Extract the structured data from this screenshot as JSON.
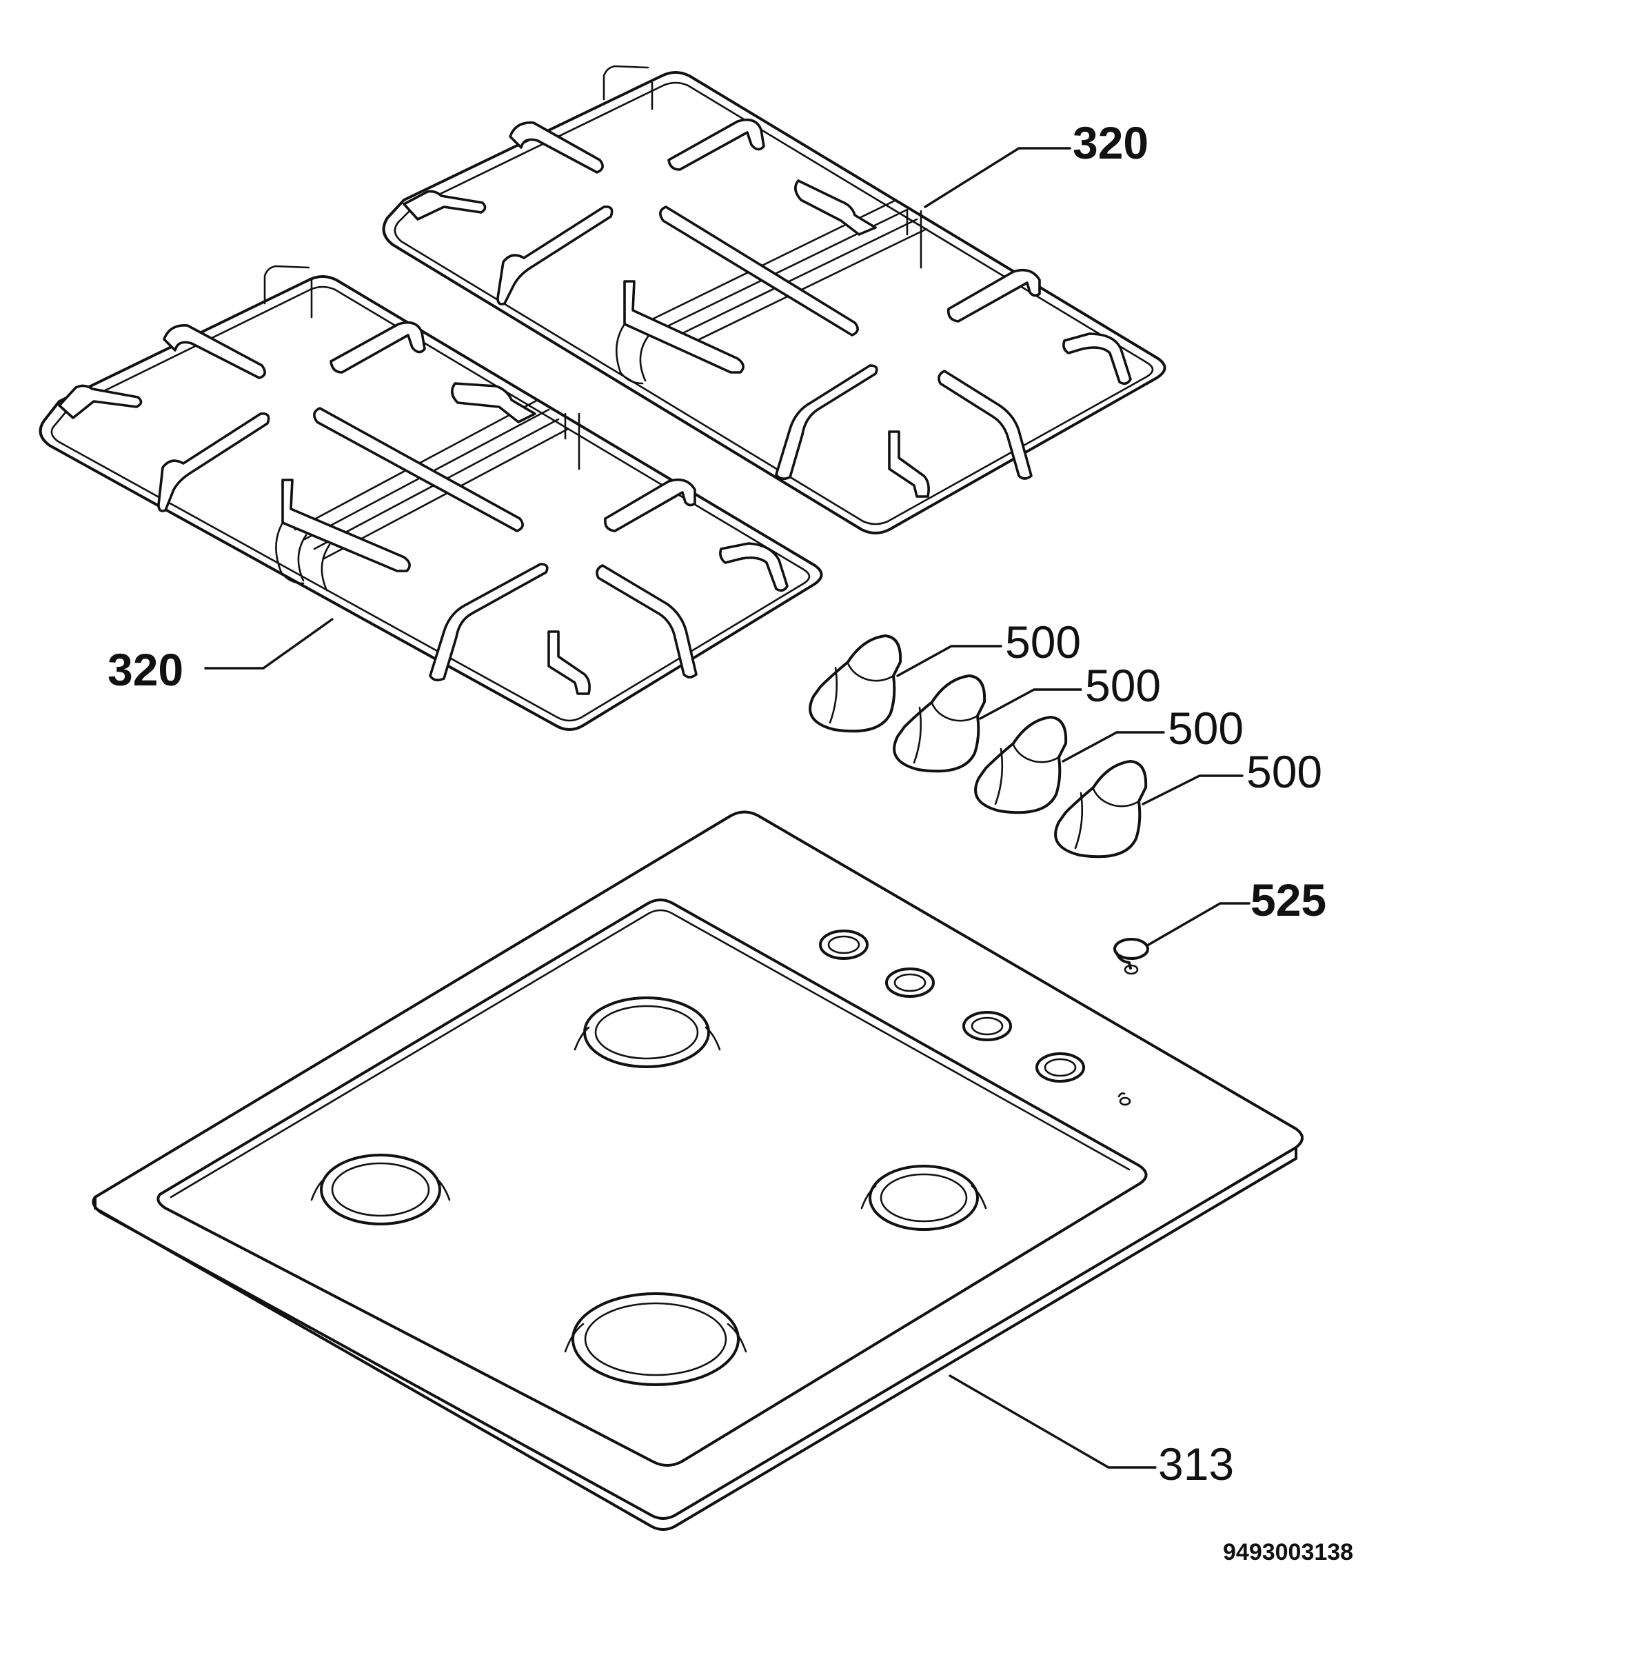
{
  "parts": [
    {
      "id": "grid-upper",
      "number": "320"
    },
    {
      "id": "grid-lower",
      "number": "320"
    },
    {
      "id": "knob-1",
      "number": "500"
    },
    {
      "id": "knob-2",
      "number": "500"
    },
    {
      "id": "knob-3",
      "number": "500"
    },
    {
      "id": "knob-4",
      "number": "500"
    },
    {
      "id": "ignition-button",
      "number": "525"
    },
    {
      "id": "hob-top",
      "number": "313"
    }
  ],
  "document_number": "9493003138"
}
